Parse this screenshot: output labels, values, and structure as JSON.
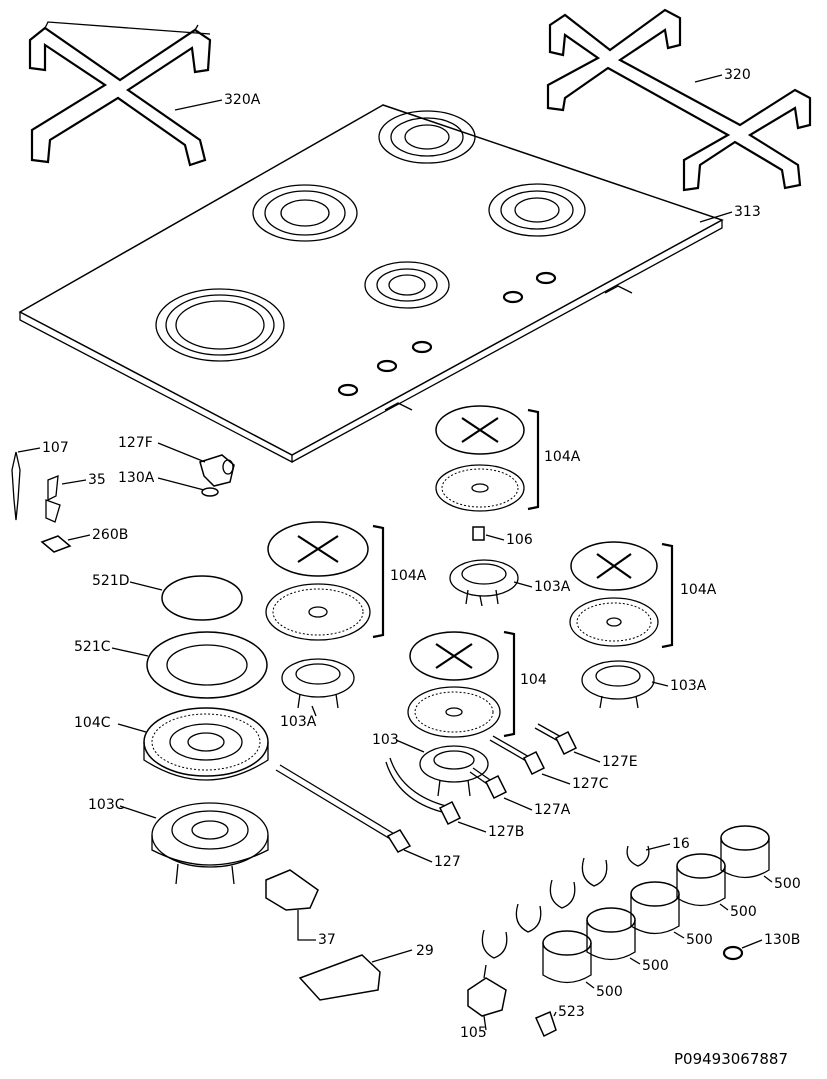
{
  "labels": {
    "p320A": "320A",
    "p320": "320",
    "p313": "313",
    "p107": "107",
    "p127F": "127F",
    "p130A": "130A",
    "p35": "35",
    "p260B": "260B",
    "p104A_top": "104A",
    "p106": "106",
    "p103A_mid": "103A",
    "p104A_left": "104A",
    "p521D": "521D",
    "p521C": "521C",
    "p103A_left": "103A",
    "p104A_right": "104A",
    "p103A_right": "103A",
    "p104": "104",
    "p104C": "104C",
    "p103": "103",
    "p127E": "127E",
    "p127C": "127C",
    "p127A": "127A",
    "p127B": "127B",
    "p103C": "103C",
    "p127": "127",
    "p16": "16",
    "p500_a": "500",
    "p500_b": "500",
    "p500_c": "500",
    "p500_d": "500",
    "p500_e": "500",
    "p130B": "130B",
    "p37": "37",
    "p29": "29",
    "p523": "523",
    "p105": "105"
  },
  "document_code": "P09493067887"
}
